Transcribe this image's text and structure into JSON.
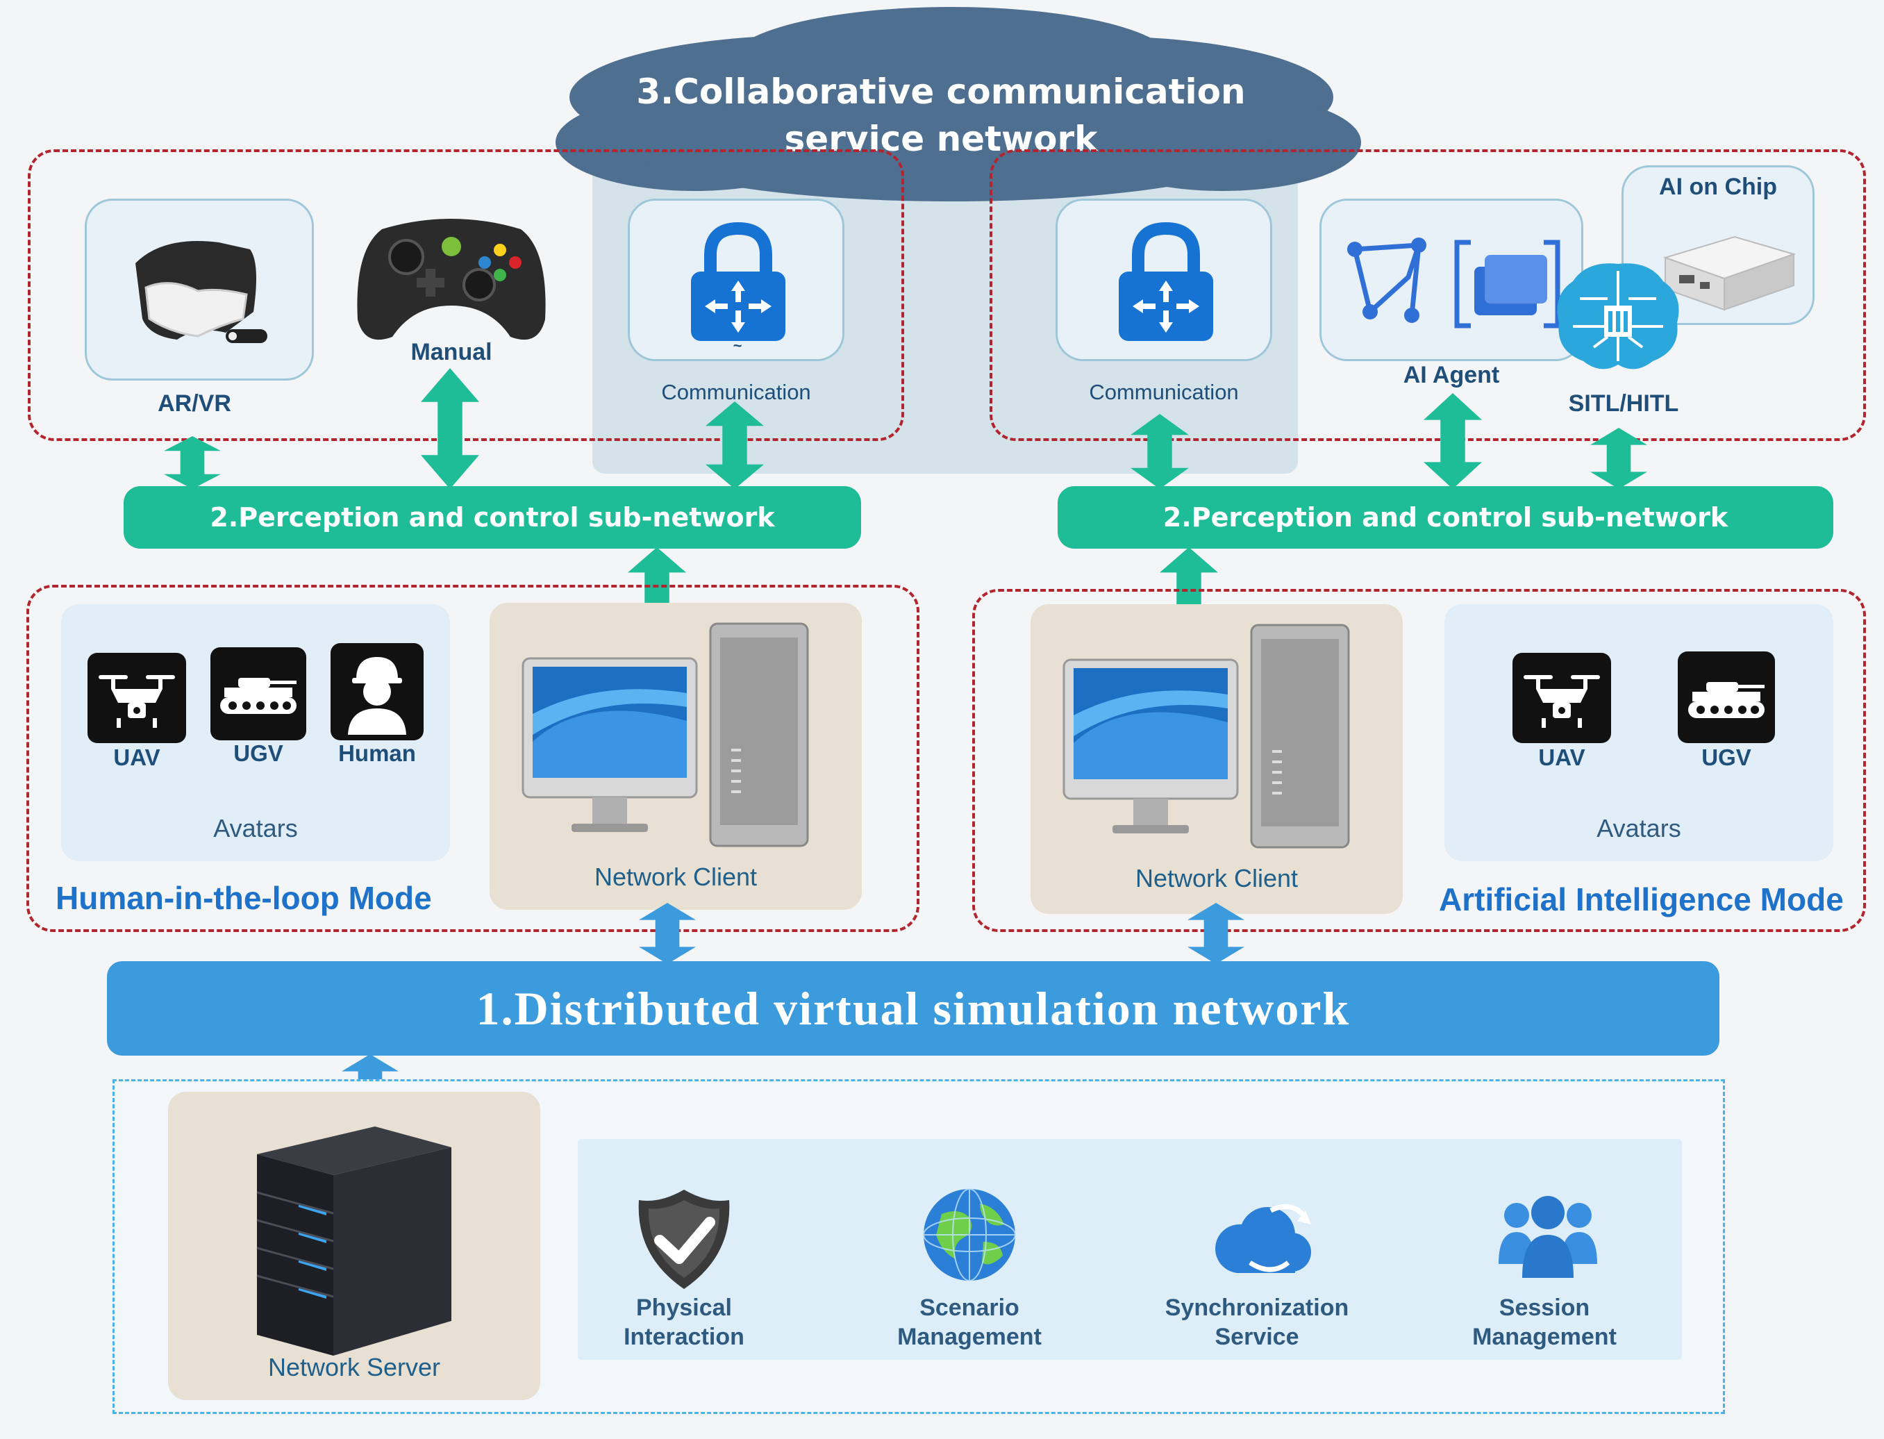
{
  "cloud": {
    "line1": "3.Collaborative communication",
    "line2": "service network"
  },
  "perception_bar_label": "2.Perception and control sub-network",
  "distributed_bar_label": "1.Distributed virtual simulation network",
  "top_left": {
    "arvr": "AR/VR",
    "manual": "Manual",
    "communication": "Communication",
    "comm_caption": "~"
  },
  "top_right": {
    "communication": "Communication",
    "ai_agent": "AI Agent",
    "ai_on_chip": "AI on Chip",
    "sitl_hitl": "SITL/HITL"
  },
  "human_mode": {
    "title": "Human-in-the-loop Mode",
    "avatars": [
      "UAV",
      "UGV",
      "Human"
    ],
    "avatars_label": "Avatars",
    "client": "Network Client"
  },
  "ai_mode": {
    "title": "Artificial Intelligence Mode",
    "avatars": [
      "UAV",
      "UGV"
    ],
    "avatars_label": "Avatars",
    "client": "Network Client"
  },
  "server": {
    "label": "Network Server",
    "services": [
      {
        "line1": "Physical",
        "line2": "Interaction",
        "icon": "shield-check-icon"
      },
      {
        "line1": "Scenario",
        "line2": "Management",
        "icon": "globe-icon"
      },
      {
        "line1": "Synchronization",
        "line2": "Service",
        "icon": "cloud-sync-icon"
      },
      {
        "line1": "Session",
        "line2": "Management",
        "icon": "users-icon"
      }
    ]
  },
  "colors": {
    "green": "#1fbc98",
    "blue": "#3b9bdc",
    "dash_red": "#b2252e",
    "cloud": "#4f6f91",
    "mode_text": "#1f72c9"
  }
}
